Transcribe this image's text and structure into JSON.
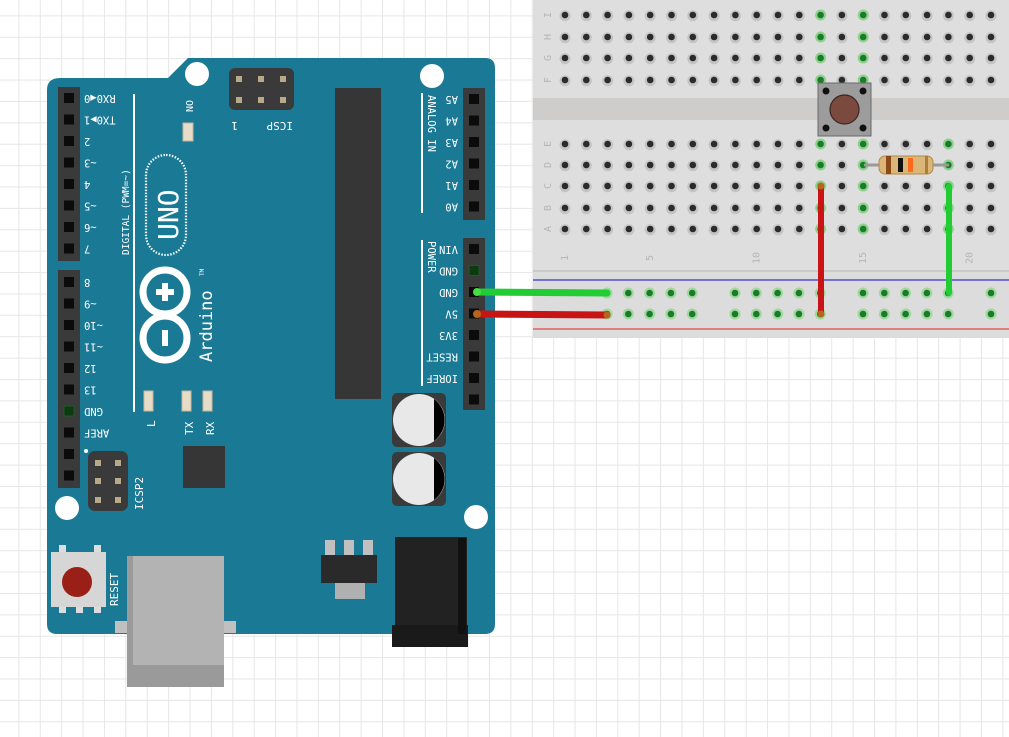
{
  "canvas": {
    "type": "breadboard-circuit-view",
    "grid": true
  },
  "arduino": {
    "model": "UNO",
    "brand": "Arduino",
    "trademark": "TM",
    "board_color": "#1a7a96",
    "labels": {
      "digital": "DIGITAL (PWM=~)",
      "analog_in": "ANALOG IN",
      "power": "POWER",
      "icsp": "ICSP",
      "icsp_pin1": "1",
      "icsp2": "ICSP2",
      "on": "ON",
      "led_l": "L",
      "led_tx": "TX",
      "led_rx": "RX",
      "reset": "RESET"
    },
    "digital_pins_top": [
      "RX0◀0",
      "TX0▶1",
      "2",
      "~3",
      "4",
      "~5",
      "~6",
      "7"
    ],
    "digital_pins_bottom": [
      "8",
      "~9",
      "~10",
      "~11",
      "12",
      "13",
      "GND",
      "AREF",
      "",
      ""
    ],
    "analog_pins": [
      "A5",
      "A4",
      "A3",
      "A2",
      "A1",
      "A0"
    ],
    "power_pins": [
      "VIN",
      "GND",
      "GND",
      "5V",
      "3V3",
      "RESET",
      "IOREF",
      ""
    ],
    "connected_pins": {
      "GND": "green-wire",
      "5V": "red-wire"
    }
  },
  "breadboard": {
    "rows_top": [
      "I",
      "H",
      "G",
      "F"
    ],
    "rows_bottom": [
      "E",
      "D",
      "C",
      "B",
      "A"
    ],
    "column_labels": [
      {
        "col": 1,
        "text": "1"
      },
      {
        "col": 5,
        "text": "5"
      },
      {
        "col": 10,
        "text": "10"
      },
      {
        "col": 15,
        "text": "15"
      },
      {
        "col": 20,
        "text": "20"
      }
    ],
    "visible_columns": 21,
    "highlighted_columns": [
      13,
      15,
      19
    ],
    "rail_colors": {
      "blue": "#4a4ad0",
      "red": "#e05050"
    }
  },
  "components": {
    "pushbutton": {
      "name": "Pushbutton",
      "columns": [
        13,
        15
      ],
      "straddles": "center-gap",
      "cap_color": "#7a4a3e"
    },
    "resistor": {
      "name": "Resistor",
      "row": "D",
      "from_col": 15,
      "to_col": 19,
      "bands": [
        "#8a4a1a",
        "#111111",
        "#ff6a1a",
        "#c8a040"
      ]
    }
  },
  "wires": [
    {
      "name": "gnd-wire",
      "color": "#22cc33",
      "from": "Arduino GND",
      "to": "Breadboard top power rail (-)"
    },
    {
      "name": "5v-wire",
      "color": "#cc1111",
      "from": "Arduino 5V",
      "to": "Breadboard bottom power rail (+)"
    },
    {
      "name": "button-power-wire",
      "color": "#cc1111",
      "from": "Breadboard C13",
      "to": "Power rail (+)"
    },
    {
      "name": "resistor-ground-wire",
      "color": "#22cc33",
      "from": "Breadboard C19",
      "to": "Power rail (-)"
    }
  ]
}
